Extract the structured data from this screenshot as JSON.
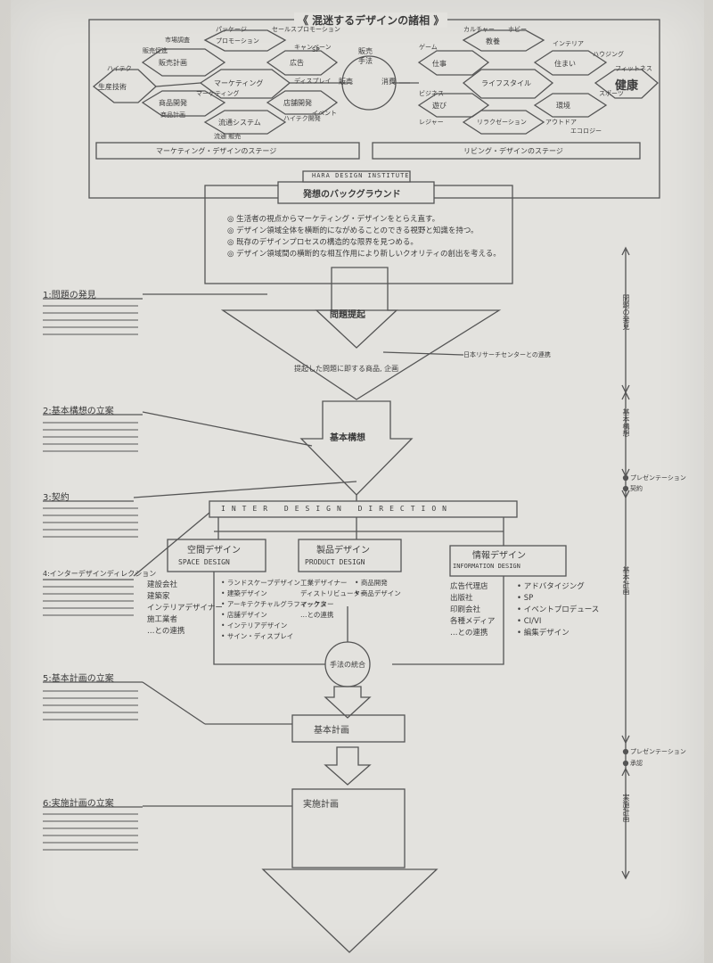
{
  "title": "《 混迷するデザインの諸相 》",
  "top_left": {
    "nodes": [
      "生産技術",
      "販売計画",
      "商品開発",
      "プロモーション",
      "マーケティング",
      "流通システム",
      "広告",
      "店舗開発"
    ],
    "annotations": [
      "ハイテク",
      "市場調査",
      "パッケージ",
      "セールスプロモーション",
      "販売促進",
      "ディスプレイ",
      "キャンペーン",
      "商品計画",
      "マーケティング",
      "流通 販売",
      "ハイテク開発",
      "SP",
      "イベント"
    ],
    "stage": "マーケティング・デザインのステージ"
  },
  "center_node": {
    "label_top": "販売\n手法",
    "left": "販売",
    "right": "消費"
  },
  "top_right": {
    "nodes": [
      "教養",
      "住まい",
      "健康",
      "仕事",
      "ライフスタイル",
      "遊び",
      "環境",
      "リラクゼーション"
    ],
    "annotations": [
      "ゲーム",
      "カルチャー",
      "ホビー",
      "インテリア",
      "ハウジング",
      "スポーツ",
      "ビジネス",
      "レジャー",
      "アウトドア",
      "エコロジー",
      "フィットネス"
    ],
    "stage": "リビング・デザインのステージ"
  },
  "institute": "HARA DESIGN INSTITUTE",
  "concept_title": "発想のバックグラウンド",
  "concept_bullets": [
    "生活者の視点からマーケティング・デザインをとらえ直す。",
    "デザイン領域全体を横断的にながめることのできる視野と知識を持つ。",
    "既存のデザインプロセスの構造的な限界を見つめる。",
    "デザイン領域間の横断的な相互作用により新しいクオリティの創出を考える。"
  ],
  "steps": [
    {
      "label": "1:問題の発見"
    },
    {
      "label": "2:基本構想の立案"
    },
    {
      "label": "3:契約"
    },
    {
      "label": "4:インターデザインディレクション"
    },
    {
      "label": "5:基本計画の立案"
    },
    {
      "label": "6:実施計画の立案"
    }
  ],
  "flow": {
    "problem": "問題提起",
    "problem_note": "提起した問題に即する商品, 企画",
    "research_note": "日本リサーチセンターとの連携",
    "concept": "基本構想",
    "direction": "INTER DESIGN DIRECTION",
    "integration": "手法の統合",
    "basic_plan": "基本計画",
    "execution_plan": "実施計画"
  },
  "branches": [
    {
      "jp": "空間デザイン",
      "en": "SPACE DESIGN",
      "left_list": [
        "建設会社",
        "建築家",
        "インテリアデザイナー",
        "施工業者",
        "…との連携"
      ],
      "right_list": [
        "ランドスケープデザイン",
        "建築デザイン",
        "アーキテクチャルグラフィックス",
        "店舗デザイン",
        "インテリアデザイン",
        "サイン・ディスプレイ"
      ]
    },
    {
      "jp": "製品デザイン",
      "en": "PRODUCT DESIGN",
      "left_list": [
        "工業デザイナー",
        "ディストリビューター",
        "マーケター",
        "…との連携"
      ],
      "right_list": [
        "商品開発",
        "商品デザイン"
      ]
    },
    {
      "jp": "情報デザイン",
      "en": "INFORMATION DESIGN",
      "left_list": [
        "広告代理店",
        "出版社",
        "印刷会社",
        "各種メディア",
        "…との連携"
      ],
      "right_list": [
        "アドバタイジング",
        "SP",
        "イベントプロデュース",
        "CI/VI",
        "編集デザイン"
      ]
    }
  ],
  "timeline": {
    "problem": "問題の発見",
    "concept": "基本構想",
    "pres1": "プレゼンテーション",
    "contract": "契約",
    "basic": "基本計画",
    "pres2": "プレゼンテーション",
    "approval": "承認",
    "execution": "実施計画"
  }
}
